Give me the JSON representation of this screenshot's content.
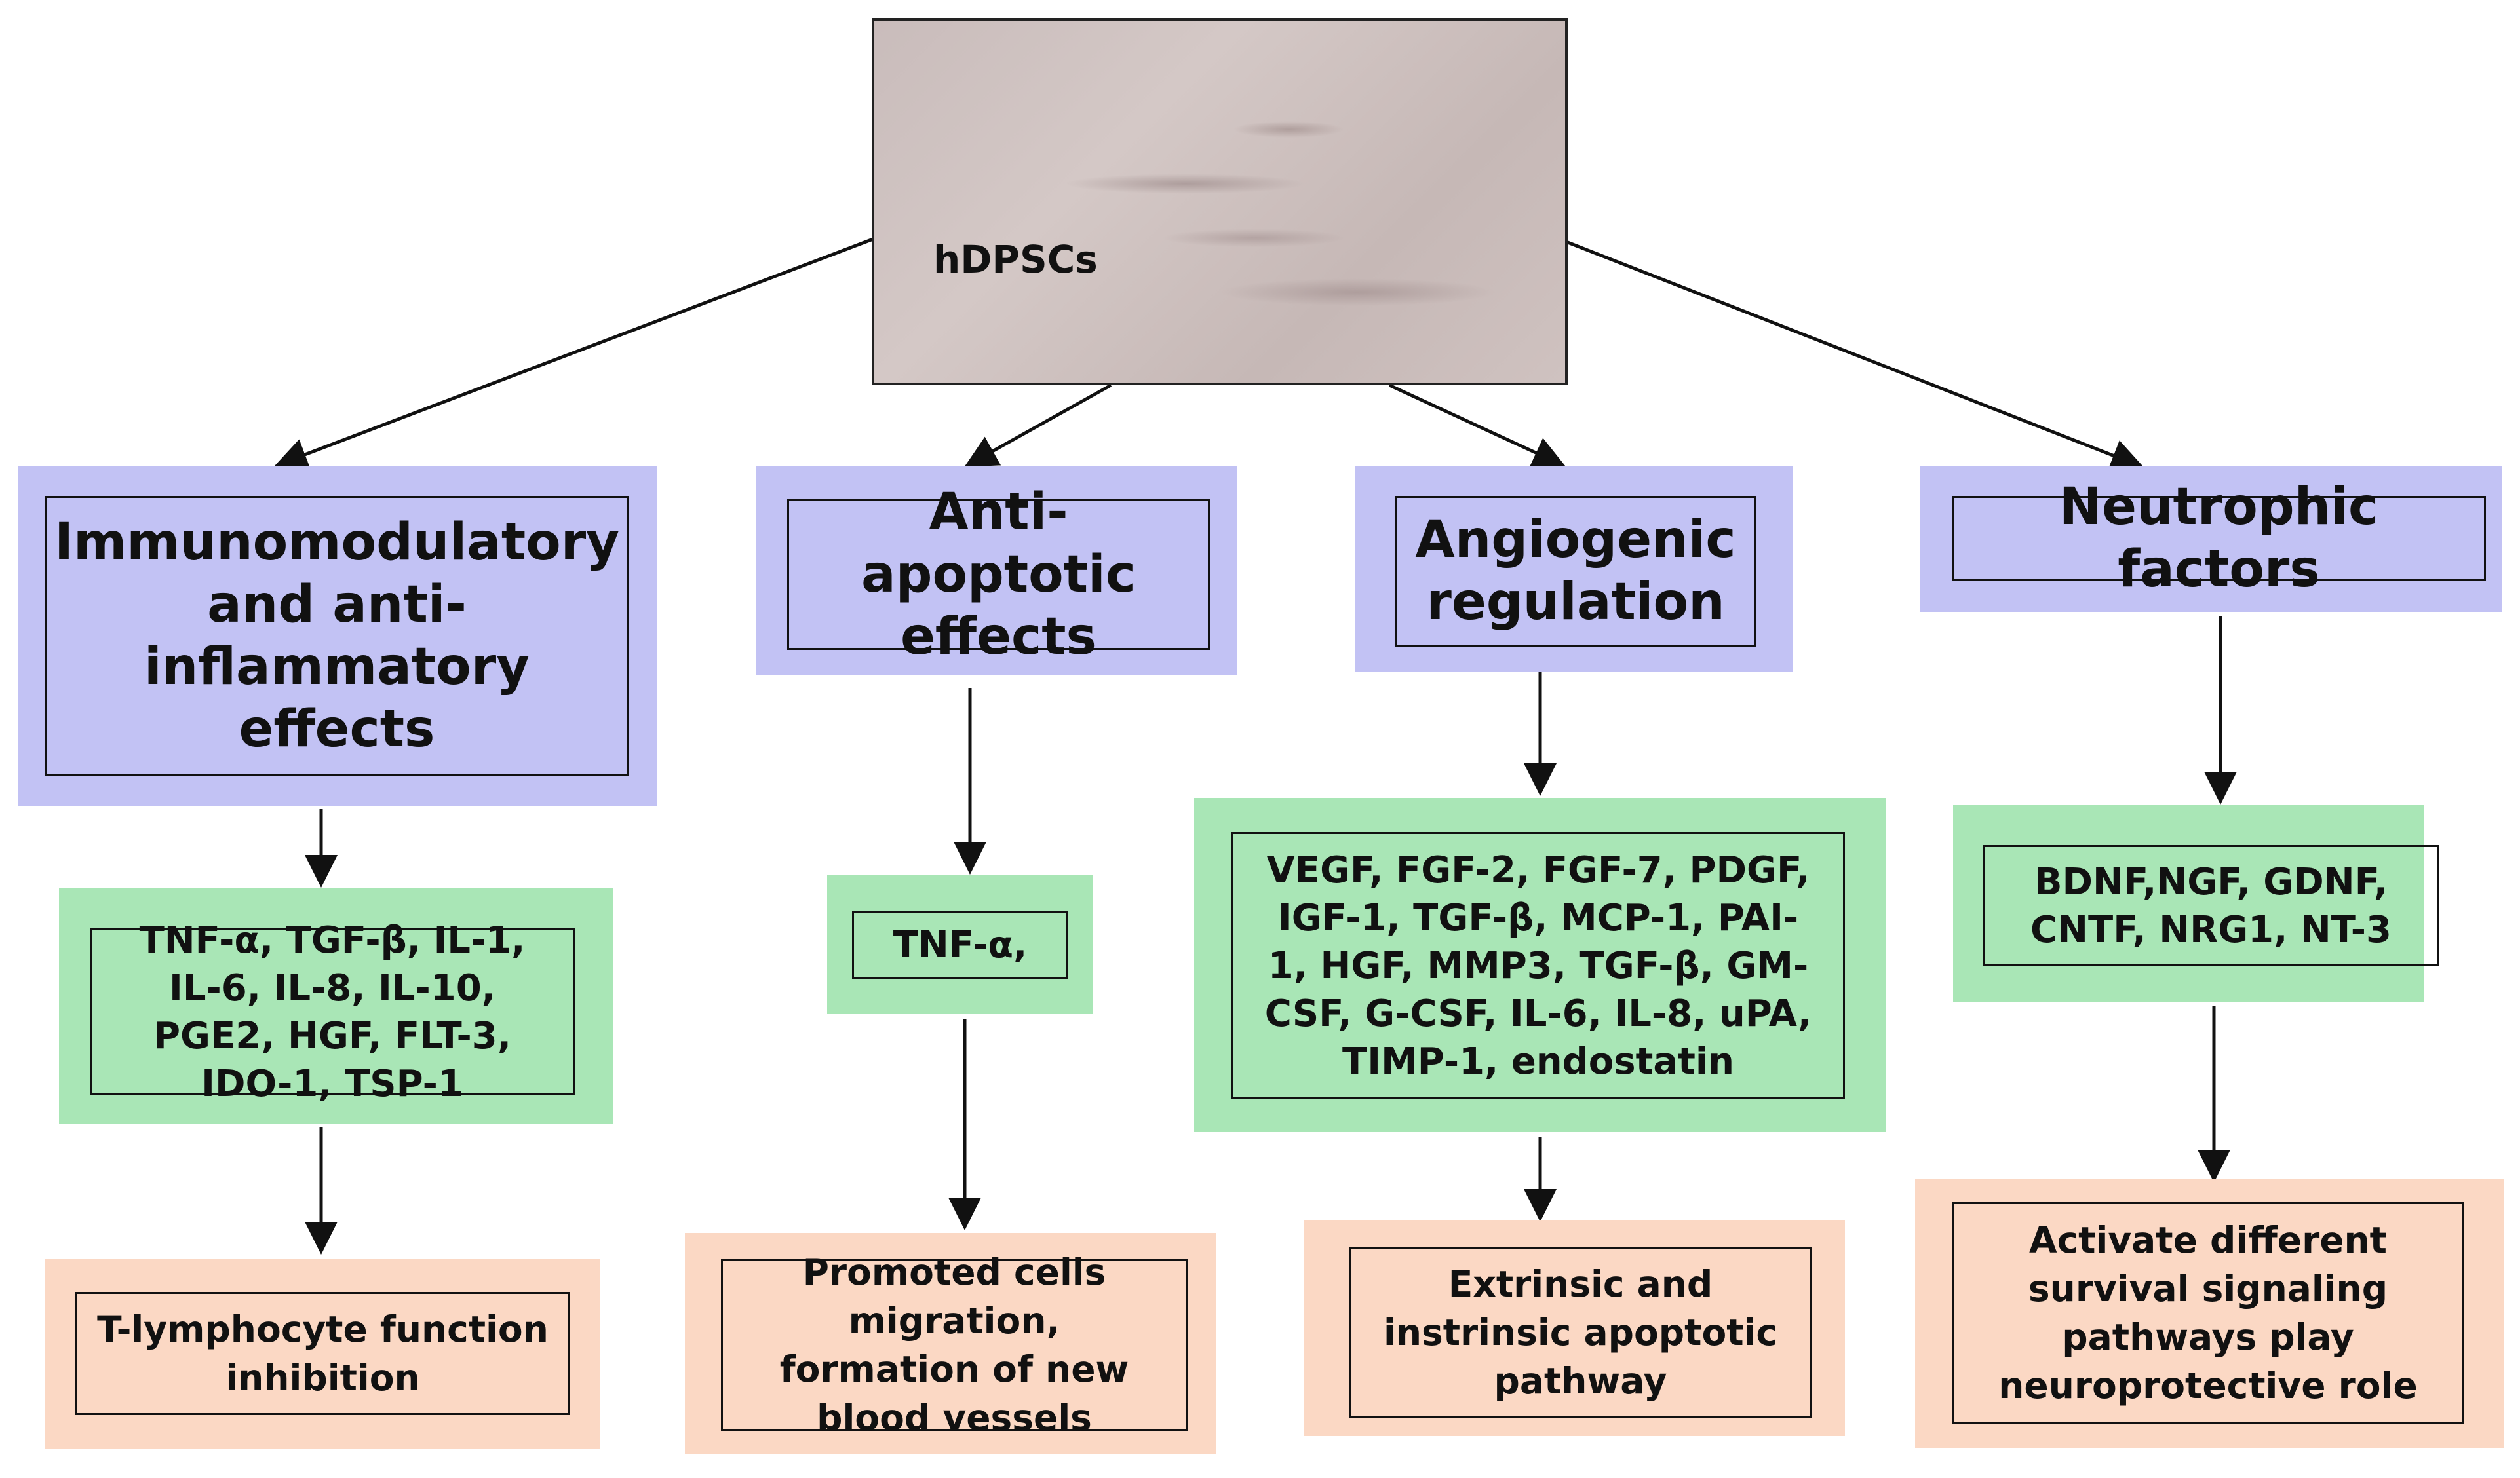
{
  "source": {
    "label": "hDPSCs"
  },
  "columns": [
    {
      "heading": "Immunomodulatory and anti-inflammatory effects",
      "factors": "TNF-α, TGF-β, IL-1, IL-6, IL-8, IL-10, PGE2, HGF, FLT-3, IDO-1, TSP-1",
      "outcome": "T-lymphocyte function inhibition"
    },
    {
      "heading": "Anti-apoptotic effects",
      "factors": "TNF-α,",
      "outcome": "Promoted cells migration, formation of new blood vessels"
    },
    {
      "heading": "Angiogenic regulation",
      "factors": "VEGF, FGF-2, FGF-7, PDGF, IGF-1, TGF-β, MCP-1, PAI-1, HGF, MMP3, TGF-β, GM-CSF, G-CSF, IL-6, IL-8, uPA, TIMP-1, endostatin",
      "outcome": "Extrinsic and instrinsic apoptotic pathway"
    },
    {
      "heading": "Neutrophic factors",
      "factors": "BDNF,NGF, GDNF, CNTF, NRG1, NT-3",
      "outcome": "Activate different survival signaling pathways play neuroprotective role"
    }
  ],
  "colors": {
    "heading_fill": "#c2c2f4",
    "factors_fill": "#a9e6b6",
    "outcome_fill": "#fbd8c4",
    "border": "#111111"
  }
}
